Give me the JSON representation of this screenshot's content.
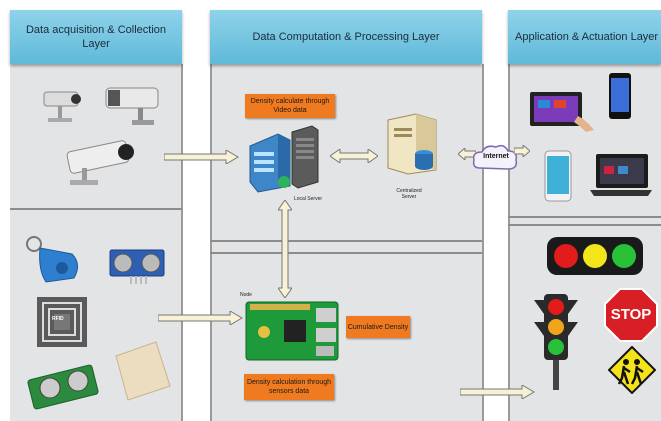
{
  "columns": {
    "left": {
      "title": "Data acquisition & Collection Layer"
    },
    "middle": {
      "title": "Data Computation & Processing Layer"
    },
    "right": {
      "title": "Application & Actuation Layer"
    }
  },
  "labels": {
    "video_density": "Density calculate through Video data",
    "local_server": "Local Server",
    "centralized_server": "Centralized Server",
    "internet": "Internet",
    "node": "Node",
    "cumulative_density": "Cumulative Density",
    "sensor_density": "Density calculation through sensors data",
    "rfid": "RFID",
    "stop": "STOP"
  },
  "colors": {
    "header_top": "#8fd3ea",
    "header_bottom": "#5fb9d8",
    "panel": "#e3e4e6",
    "orange_box": "#ef7a1f",
    "board_green": "#1f9a3a"
  },
  "icons": [
    "cctv-camera-icon",
    "rfid-tag-icon",
    "ultrasonic-sensor-icon",
    "rfid-chip-icon",
    "ir-sensor-icon",
    "pressure-pad-icon",
    "local-server-icon",
    "centralized-server-icon",
    "internet-cloud-icon",
    "raspberry-pi-icon",
    "tablet-icon",
    "smartphone-icon",
    "laptop-icon",
    "traffic-light-icon",
    "stop-sign-icon",
    "pedestrian-sign-icon"
  ]
}
